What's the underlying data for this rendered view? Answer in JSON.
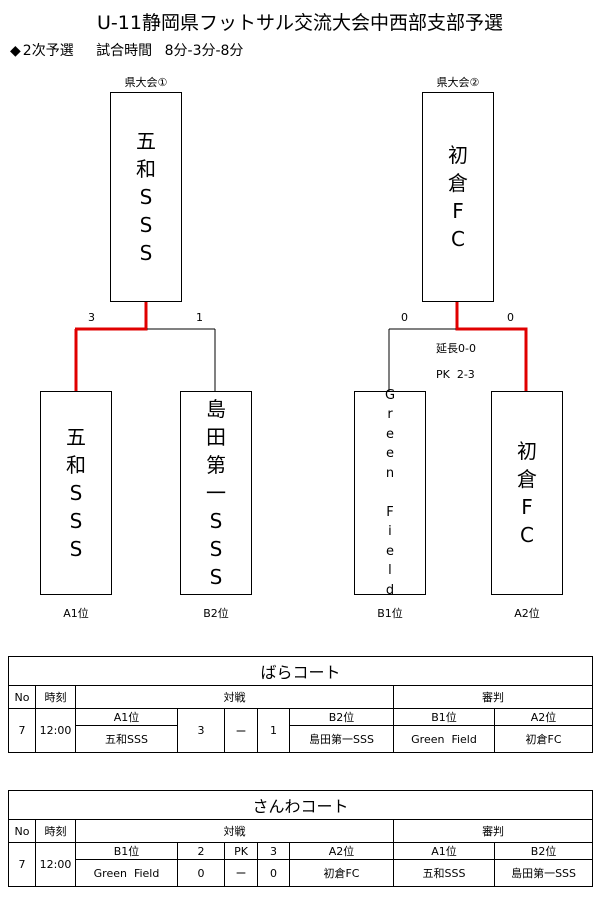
{
  "title": "U-11静岡県フットサル交流大会中西部支部予選",
  "subtitle": {
    "marker": "◆",
    "round": "2次予選",
    "time_label": "試合時間",
    "time_value": "8分-3分-8分"
  },
  "bracket": {
    "final1": {
      "caption": "県大会①",
      "name": [
        "五",
        "和",
        "S",
        "S",
        "S"
      ]
    },
    "final2": {
      "caption": "県大会②",
      "name": [
        "初",
        "倉",
        "F",
        "C"
      ]
    },
    "match1": {
      "score_left": "3",
      "score_right": "1"
    },
    "match2": {
      "score_left": "0",
      "score_right": "0",
      "extra": "延長0-0",
      "pk": "PK  2-3"
    },
    "teams": [
      {
        "name": [
          "五",
          "和",
          "S",
          "S",
          "S"
        ],
        "rank": "A1位"
      },
      {
        "name": [
          "島",
          "田",
          "第",
          "一",
          "S",
          "S",
          "S"
        ],
        "rank": "B2位"
      },
      {
        "name": [
          "G",
          "r",
          "e",
          "e",
          "n",
          " ",
          "F",
          "i",
          "e",
          "l",
          "d"
        ],
        "rank": "B1位"
      },
      {
        "name": [
          "初",
          "倉",
          "F",
          "C"
        ],
        "rank": "A2位"
      }
    ]
  },
  "courts": [
    {
      "name": "ばらコート",
      "header": {
        "no": "No",
        "time": "時刻",
        "match": "対戦",
        "referee": "審判"
      },
      "sub": {
        "home_rank": "A1位",
        "pk1": "",
        "pk": "",
        "pk2": "",
        "away_rank": "B2位",
        "ref1_rank": "B1位",
        "ref2_rank": "A2位"
      },
      "row": {
        "no": "7",
        "time": "12:00",
        "home": "五和SSS",
        "home_score": "3",
        "dash": "ー",
        "away_score": "1",
        "away": "島田第一SSS",
        "ref1": "Green  Field",
        "ref2": "初倉FC"
      }
    },
    {
      "name": "さんわコート",
      "header": {
        "no": "No",
        "time": "時刻",
        "match": "対戦",
        "referee": "審判"
      },
      "sub": {
        "home_rank": "B1位",
        "pk1": "2",
        "pk": "PK",
        "pk2": "3",
        "away_rank": "A2位",
        "ref1_rank": "A1位",
        "ref2_rank": "B2位"
      },
      "row": {
        "no": "7",
        "time": "12:00",
        "home": "Green  Field",
        "home_score": "0",
        "dash": "ー",
        "away_score": "0",
        "away": "初倉FC",
        "ref1": "五和SSS",
        "ref2": "島田第一SSS"
      }
    }
  ],
  "colors": {
    "winner_line": "#e00000",
    "line": "#000000"
  }
}
